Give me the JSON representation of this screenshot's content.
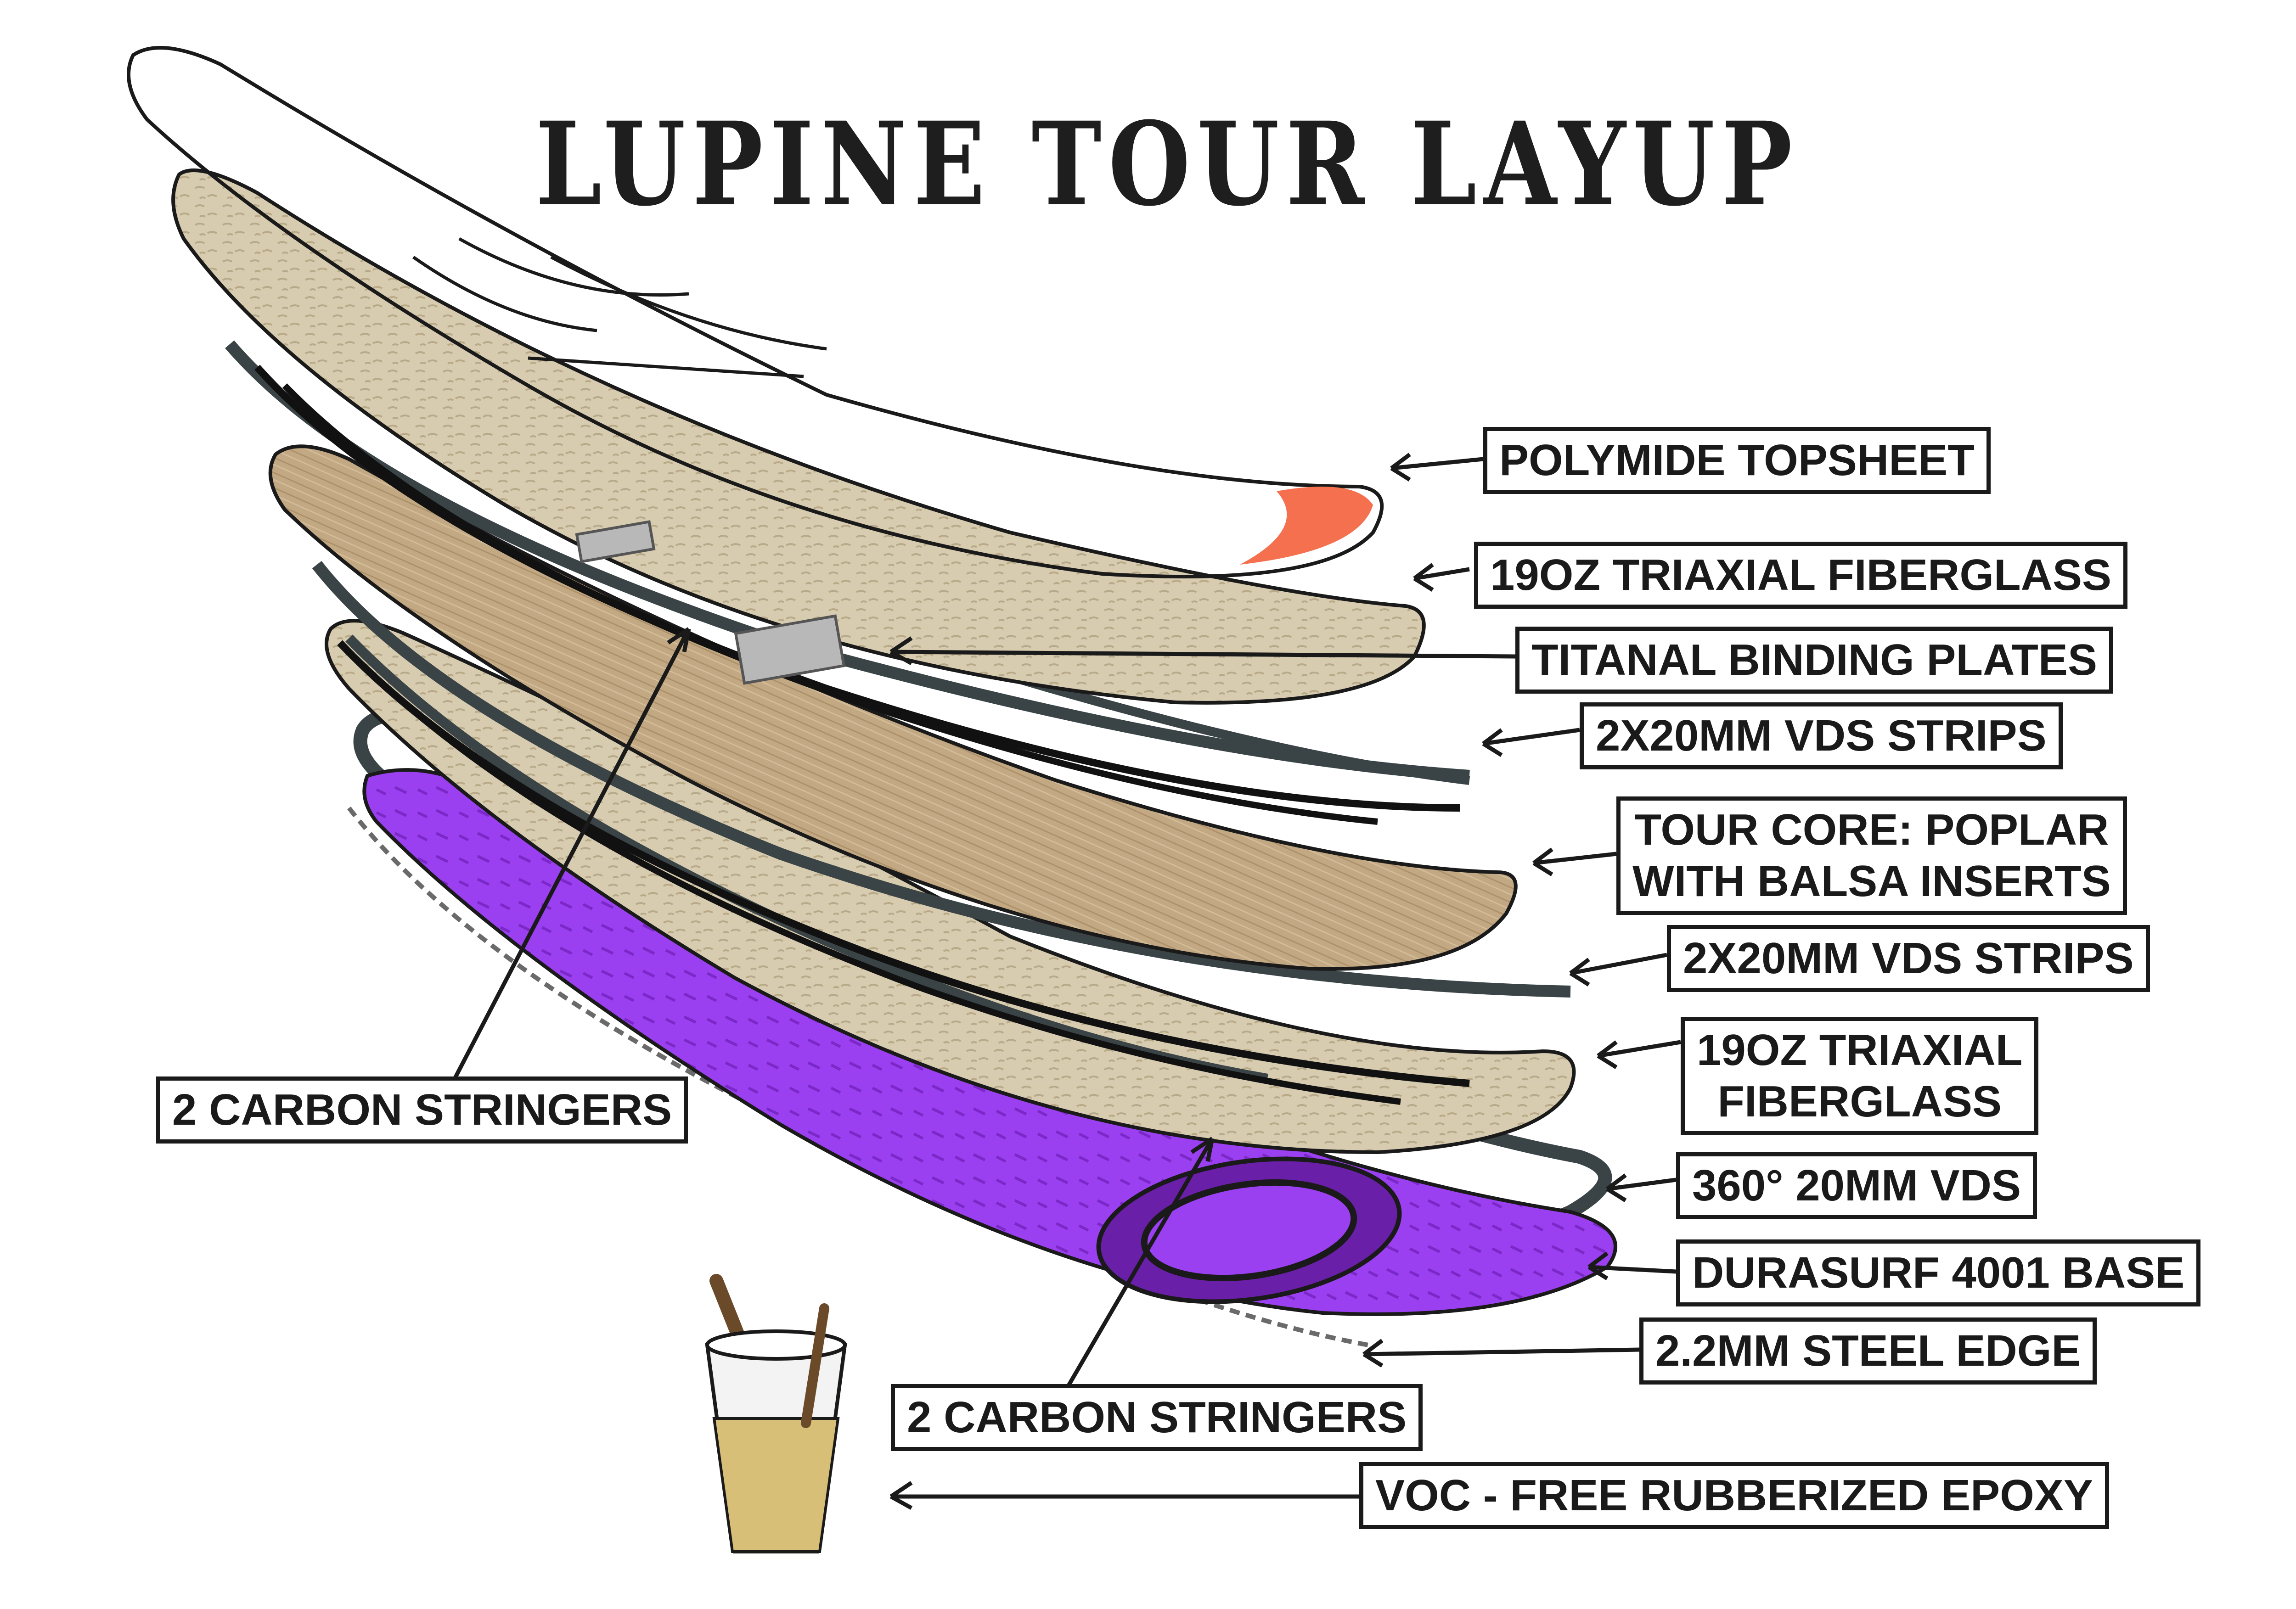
{
  "title": "LUPINE TOUR LAYUP",
  "labels": {
    "topsheet": "POLYMIDE TOPSHEET",
    "fiberglass_top": "19OZ TRIAXIAL FIBERGLASS",
    "titanal": "TITANAL BINDING PLATES",
    "vds_upper": "2X20MM VDS STRIPS",
    "core_line1": "TOUR CORE: POPLAR",
    "core_line2": "WITH BALSA INSERTS",
    "vds_lower": "2X20MM VDS STRIPS",
    "fiberglass_bottom_line1": "19OZ TRIAXIAL",
    "fiberglass_bottom_line2": "FIBERGLASS",
    "vds_360": "360° 20MM VDS",
    "base": "DURASURF 4001 BASE",
    "edge": "2.2MM STEEL EDGE",
    "stringers_left": "2 CARBON STRINGERS",
    "stringers_bottom": "2 CARBON STRINGERS",
    "epoxy": "VOC - FREE RUBBERIZED EPOXY"
  },
  "colors": {
    "topsheet_tip": "#8b1e3f",
    "topsheet_mid": "#e8705a",
    "topsheet_tail": "#ef2f5b",
    "fiberglass": "#d8ccb0",
    "core": "#c2a883",
    "vds": "#3a4346",
    "base": "#9b40f0",
    "titanal": "#b8b8b8",
    "epoxy": "#d8bf78",
    "ink": "#1a1a1a"
  }
}
